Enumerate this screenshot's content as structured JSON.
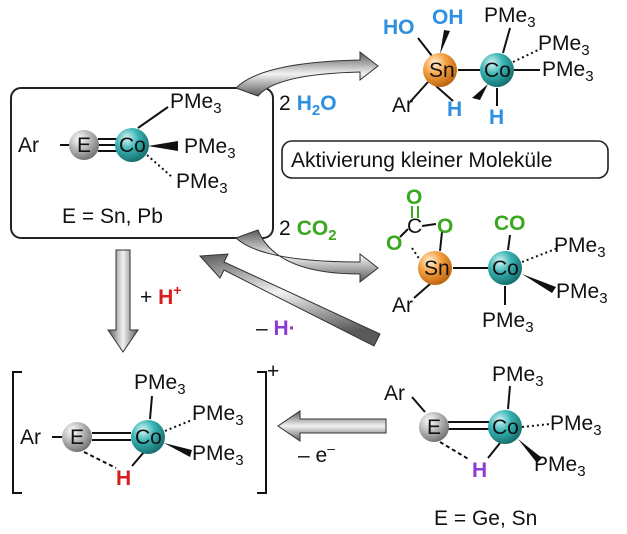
{
  "colors": {
    "tin_sphere": "#f39a34",
    "cobalt_sphere": "#2fa6a6",
    "element_sphere": "#a8a8a8",
    "water_label": "#2f8fe0",
    "co2_label": "#3aa81f",
    "proton_label": "#d91c1c",
    "radical_label": "#8c3ad1"
  },
  "start_complex": {
    "ar": "Ar",
    "e": "E",
    "co": "Co",
    "ligand_top": "PMe",
    "ligand_mid": "PMe",
    "ligand_bottom": "PMe",
    "subscript": "3",
    "caption": "E = Sn, Pb"
  },
  "water_product": {
    "ho": "HO",
    "oh": "OH",
    "sn": "Sn",
    "co": "Co",
    "ar": "Ar",
    "h_sn": "H",
    "h_co": "H",
    "pme_1": "PMe",
    "pme_2": "PMe",
    "pme_3": "PMe",
    "subscript": "3"
  },
  "water_reagent": {
    "coef": "2",
    "formula_main": "H",
    "formula_sub": "2",
    "formula_end": "O"
  },
  "banner": {
    "text": "Aktivierung kleiner Moleküle"
  },
  "co2_reagent": {
    "coef": "2",
    "formula_main": "CO",
    "formula_sub": "2"
  },
  "co2_product": {
    "o_top": "O",
    "c_center": "C",
    "o_right": "O",
    "o_left": "O",
    "sn": "Sn",
    "co": "Co",
    "co_ligand": "CO",
    "ar": "Ar",
    "pme_1": "PMe",
    "pme_2": "PMe",
    "pme_3": "PMe",
    "subscript": "3"
  },
  "proton_step": {
    "prefix": "+ ",
    "symbol": "H",
    "charge": "+"
  },
  "radical_step": {
    "prefix": "– ",
    "label": "H·"
  },
  "electron_step": {
    "label": "– e",
    "charge": "–"
  },
  "cation_complex": {
    "ar": "Ar",
    "e": "E",
    "co": "Co",
    "h": "H",
    "pme_1": "PMe",
    "pme_2": "PMe",
    "pme_3": "PMe",
    "subscript": "3",
    "charge": "+"
  },
  "neutral_hydride": {
    "ar": "Ar",
    "e": "E",
    "co": "Co",
    "h": "H",
    "pme_1": "PMe",
    "pme_2": "PMe",
    "pme_3": "PMe",
    "subscript": "3",
    "caption": "E = Ge, Sn"
  }
}
